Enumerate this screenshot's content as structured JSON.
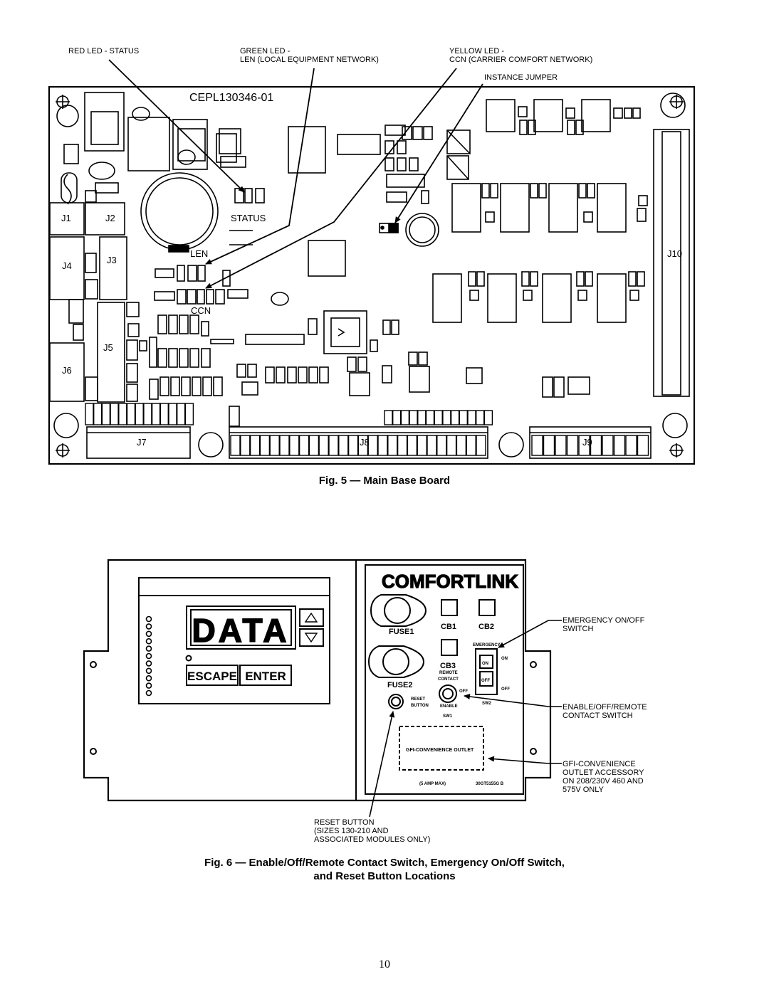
{
  "fig5": {
    "callouts": {
      "red_led": "RED LED - STATUS",
      "green_led_1": "GREEN LED -",
      "green_led_2": "LEN (LOCAL EQUIPMENT NETWORK)",
      "yellow_led_1": "YELLOW LED -",
      "yellow_led_2": "CCN (CARRIER COMFORT NETWORK)",
      "instance_jumper": "INSTANCE JUMPER"
    },
    "board": {
      "part_number": "CEPL130346-01",
      "status": "STATUS",
      "len": "LEN",
      "ccn": "CCN",
      "connectors": [
        "J1",
        "J2",
        "J3",
        "J4",
        "J5",
        "J6",
        "J7",
        "J8",
        "J9",
        "J10"
      ]
    },
    "caption": "Fig. 5 — Main Base Board"
  },
  "fig6": {
    "panel": {
      "brand": "COMFORTLINK",
      "display": "DATA",
      "escape": "ESCAPE",
      "enter": "ENTER",
      "fuse1": "FUSE1",
      "fuse2": "FUSE2",
      "cb1": "CB1",
      "cb2": "CB2",
      "cb3": "CB3",
      "emergency": "EMERGENCY",
      "on": "ON",
      "off": "OFF",
      "sw2": "SW2",
      "remote": "REMOTE",
      "contact": "CONTACT",
      "reset": "RESET",
      "button": "BUTTON",
      "enable": "ENABLE",
      "sw1": "SW1",
      "gfi": "GFI-CONVENIENCE OUTLET",
      "amp": "(5 AMP MAX)",
      "code": "30GT5155G B"
    },
    "callouts": {
      "emergency_1": "EMERGENCY ON/OFF",
      "emergency_2": "SWITCH",
      "enable_1": "ENABLE/OFF/REMOTE",
      "enable_2": "CONTACT SWITCH",
      "gfi_1": "GFI-CONVENIENCE",
      "gfi_2": "OUTLET ACCESSORY",
      "gfi_3": "ON 208/230V 460 AND",
      "gfi_4": "575V ONLY",
      "reset_1": "RESET BUTTON",
      "reset_2": "(SIZES 130-210 AND",
      "reset_3": "ASSOCIATED MODULES ONLY)"
    },
    "caption_line1": "Fig. 6 — Enable/Off/Remote Contact Switch, Emergency On/Off Switch,",
    "caption_line2": "and Reset Button Locations"
  },
  "page_number": "10"
}
